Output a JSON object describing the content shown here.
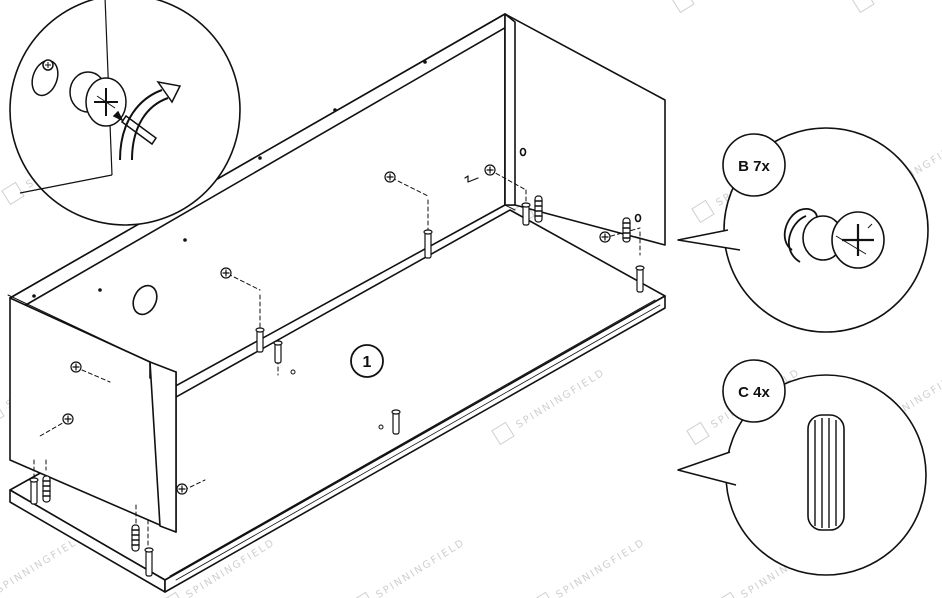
{
  "diagram": {
    "step_number": "1",
    "callouts": [
      {
        "id": "B",
        "label": "B 7x",
        "part": "cam-lock-nut"
      },
      {
        "id": "C",
        "label": "C 4x",
        "part": "wooden-dowel"
      }
    ],
    "watermark": "SPINNINGFIELD",
    "colors": {
      "line": "#111111",
      "fill": "#ffffff",
      "watermark": "#cfcfcf"
    }
  }
}
